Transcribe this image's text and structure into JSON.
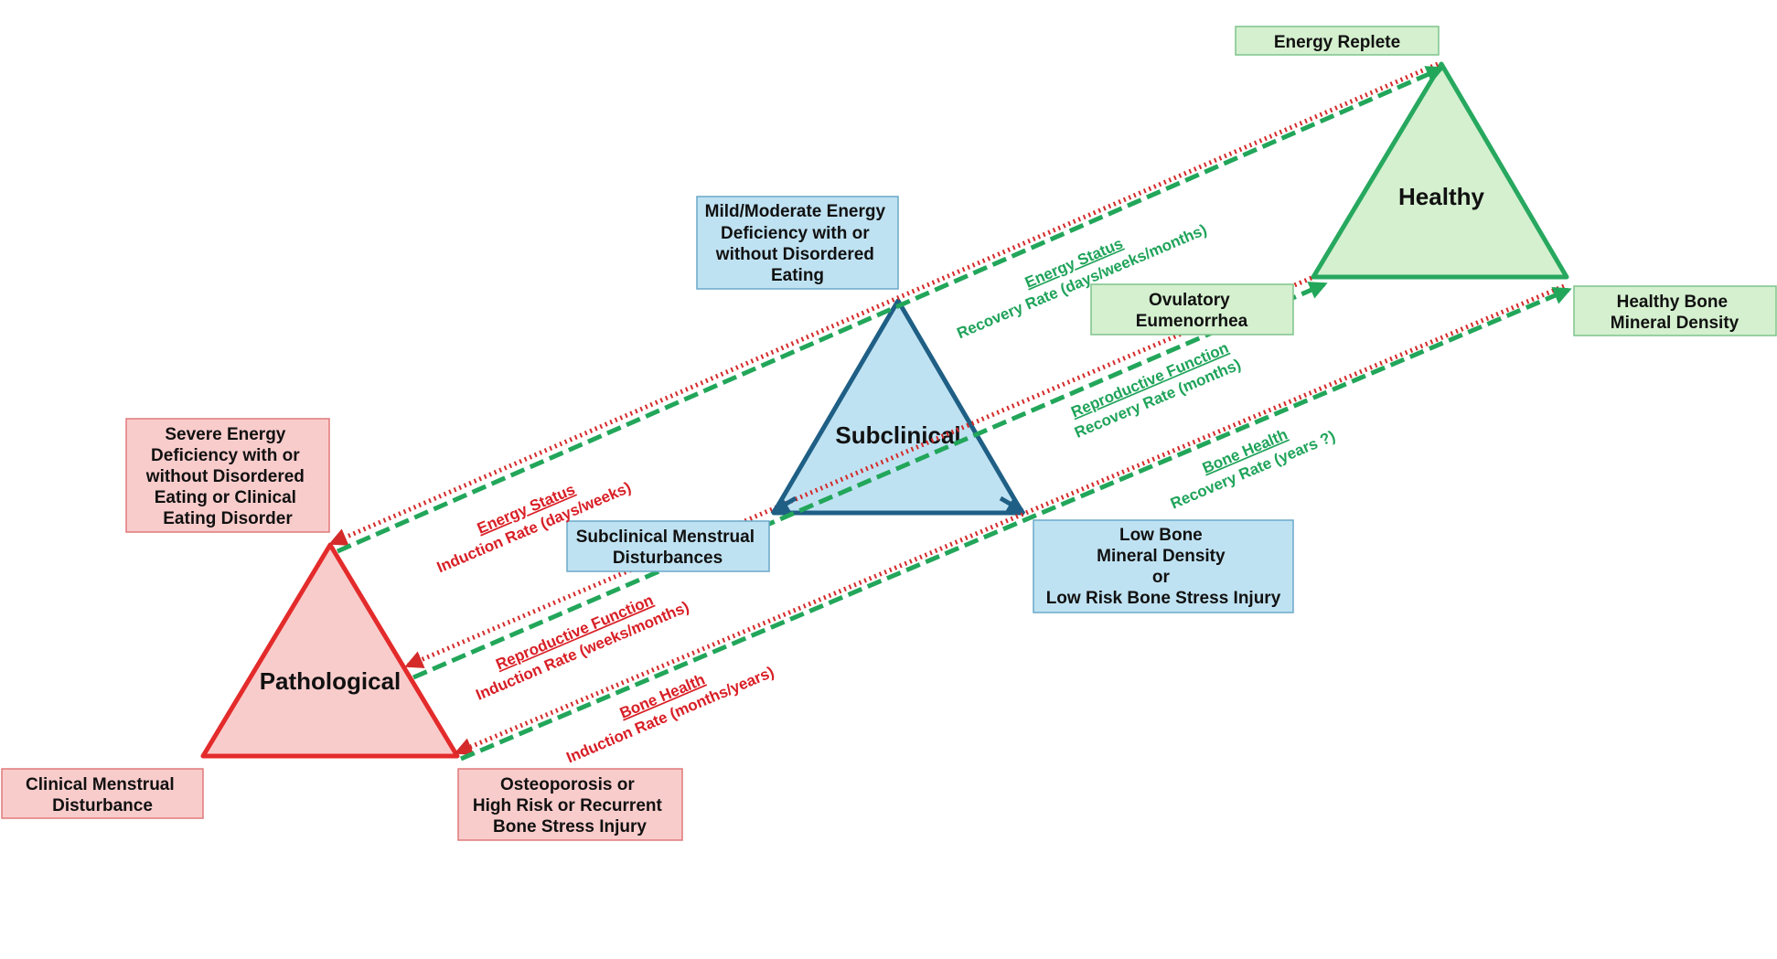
{
  "colors": {
    "pathological_fill": "#f9cccc",
    "pathological_stroke": "#e42b2b",
    "subclinical_fill": "#bfe2f2",
    "subclinical_stroke": "#1f5f85",
    "healthy_fill": "#d4f0cf",
    "healthy_stroke": "#27a85f",
    "induction": "#d81f26",
    "recovery": "#1fa35a"
  },
  "triangles": {
    "pathological": "Pathological",
    "subclinical": "Subclinical",
    "healthy": "Healthy"
  },
  "boxes": {
    "energy_replete": [
      "Energy Replete"
    ],
    "mild_moderate": [
      "Mild/Moderate Energy",
      "Deficiency with or",
      "without Disordered",
      "Eating"
    ],
    "ovulatory": [
      "Ovulatory",
      "Eumenorrhea"
    ],
    "healthy_bone": [
      "Healthy Bone",
      "Mineral Density"
    ],
    "severe": [
      "Severe Energy",
      "Deficiency with or",
      "without Disordered",
      "Eating or Clinical",
      "Eating Disorder"
    ],
    "subclinical_menstrual": [
      "Subclinical Menstrual",
      "Disturbances"
    ],
    "low_bone": [
      "Low Bone",
      "Mineral Density",
      "or",
      "Low Risk Bone Stress Injury"
    ],
    "clinical_menstrual": [
      "Clinical Menstrual",
      "Disturbance"
    ],
    "osteoporosis": [
      "Osteoporosis or",
      "High Risk or Recurrent",
      "Bone Stress Injury"
    ]
  },
  "rate_labels": {
    "induction_energy": {
      "title": "Energy Status",
      "sub": "Induction Rate (days/weeks)"
    },
    "induction_reproductive": {
      "title": "Reproductive Function",
      "sub": "Induction Rate (weeks/months)"
    },
    "induction_bone": {
      "title": "Bone Health",
      "sub": "Induction Rate (months/years)"
    },
    "recovery_energy": {
      "title": "Energy Status",
      "sub": "Recovery Rate (days/weeks/months)"
    },
    "recovery_reproductive": {
      "title": "Reproductive Function",
      "sub": "Recovery Rate (months)"
    },
    "recovery_bone": {
      "title": "Bone Health",
      "sub": "Recovery Rate (years ?)"
    }
  }
}
